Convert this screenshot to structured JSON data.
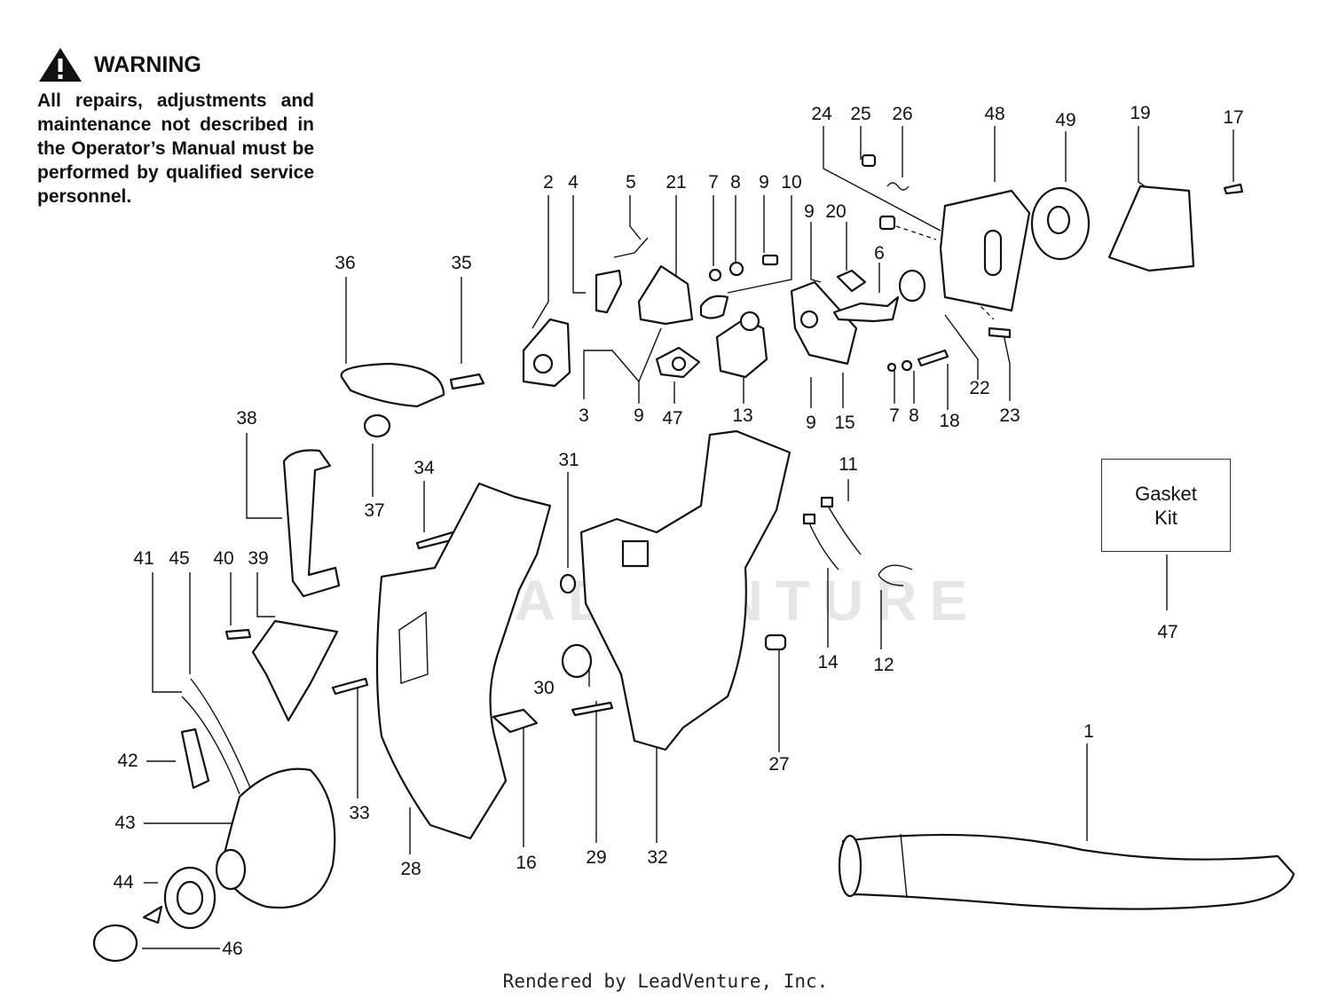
{
  "warning": {
    "title": "WARNING",
    "body": "All repairs, adjustments and maintenance not described in the Operator’s Manual must be performed by qualified service personnel."
  },
  "callouts": [
    "1",
    "2",
    "3",
    "4",
    "5",
    "6",
    "7",
    "7",
    "8",
    "8",
    "9",
    "9",
    "9",
    "9",
    "10",
    "11",
    "12",
    "13",
    "14",
    "15",
    "16",
    "17",
    "18",
    "19",
    "20",
    "21",
    "22",
    "23",
    "24",
    "25",
    "26",
    "27",
    "28",
    "29",
    "30",
    "31",
    "32",
    "33",
    "34",
    "35",
    "36",
    "37",
    "38",
    "39",
    "40",
    "41",
    "42",
    "43",
    "44",
    "45",
    "46",
    "47",
    "47",
    "48",
    "49"
  ],
  "gasket_kit": {
    "line1": "Gasket",
    "line2": "Kit"
  },
  "watermark": "LEADVENTURE",
  "footer": "Rendered by LeadVenture, Inc."
}
